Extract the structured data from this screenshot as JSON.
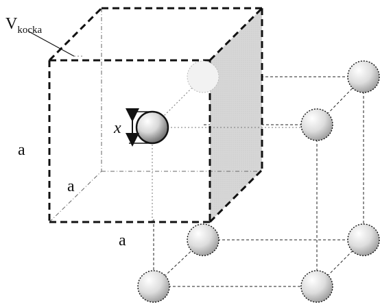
{
  "labels": {
    "volume_label": "V",
    "volume_subscript": "kocka",
    "edge_vertical": "a",
    "edge_depth": "a",
    "edge_bottom": "a",
    "diameter": "x"
  },
  "colors": {
    "line": "#111111",
    "shaded_face": "#cfcfcf",
    "sphere_light": "#ffffff",
    "sphere_dark": "#9a9a9a",
    "background": "#ffffff"
  }
}
